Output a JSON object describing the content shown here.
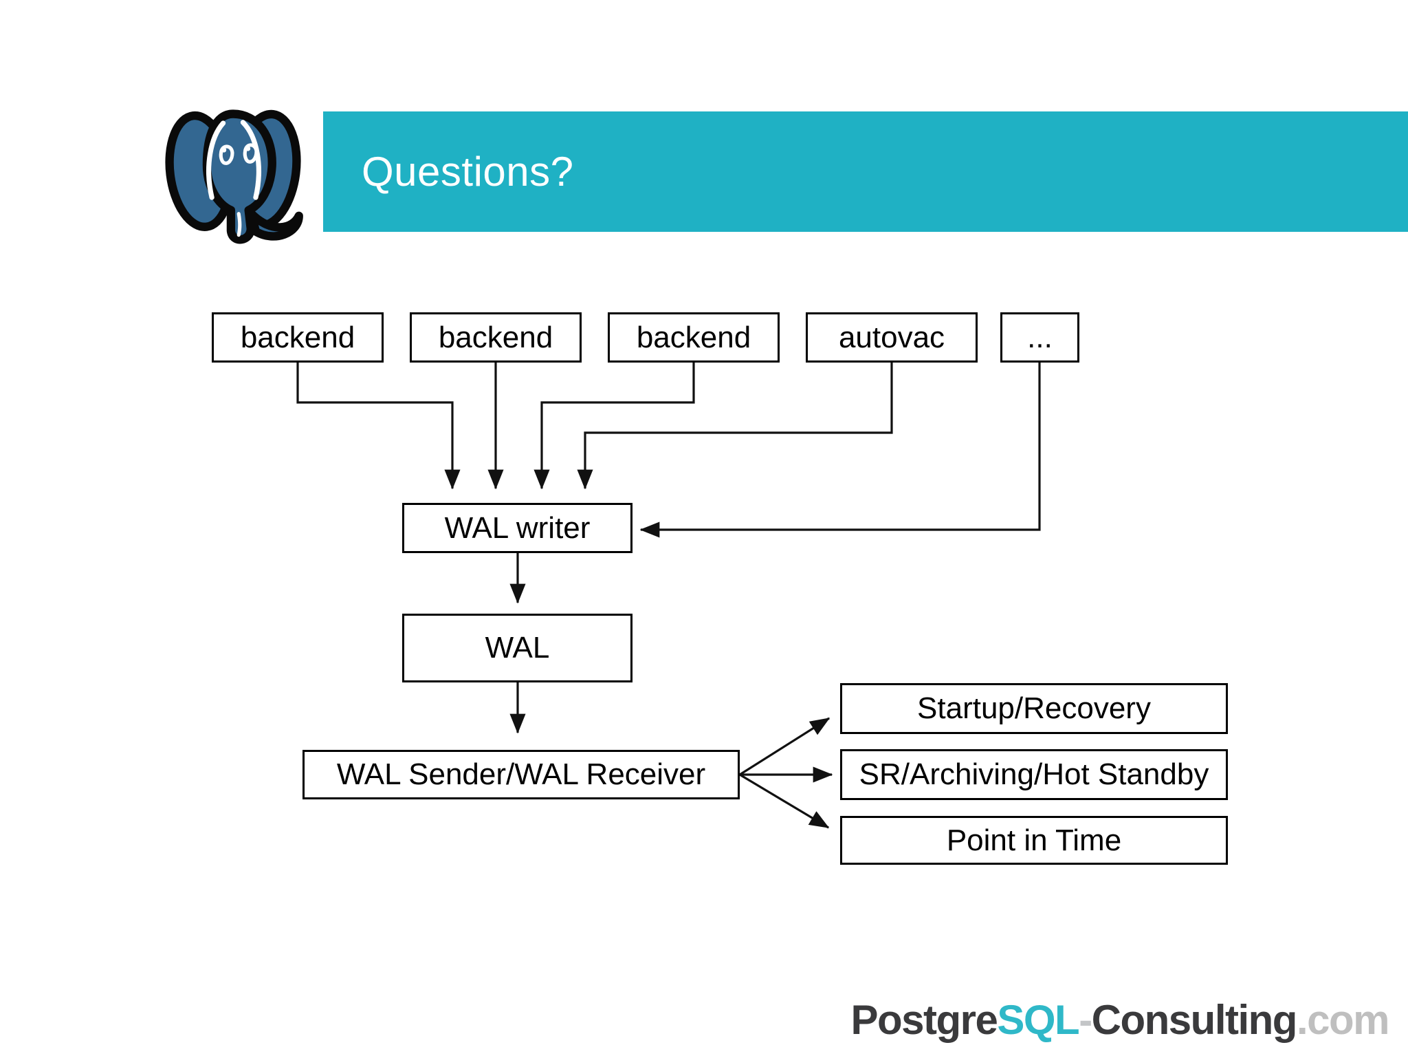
{
  "header": {
    "title": "Questions?",
    "bg_color": "#1FB1C4",
    "text_color": "#FFFFFF"
  },
  "logo": {
    "name": "postgresql-elephant",
    "blue": "#336791",
    "outline": "#0A0A0A"
  },
  "diagram": {
    "line_color": "#111111",
    "box_border_color": "#000000",
    "nodes": [
      {
        "id": "backend-1",
        "label": "backend"
      },
      {
        "id": "backend-2",
        "label": "backend"
      },
      {
        "id": "backend-3",
        "label": "backend"
      },
      {
        "id": "autovac",
        "label": "autovac"
      },
      {
        "id": "ellipsis",
        "label": "..."
      },
      {
        "id": "wal-writer",
        "label": "WAL writer"
      },
      {
        "id": "wal",
        "label": "WAL"
      },
      {
        "id": "wal-sender-receiver",
        "label": "WAL Sender/WAL Receiver"
      },
      {
        "id": "startup-recovery",
        "label": "Startup/Recovery"
      },
      {
        "id": "sr-archiving-hot-standby",
        "label": "SR/Archiving/Hot Standby"
      },
      {
        "id": "point-in-time",
        "label": "Point in Time"
      }
    ]
  },
  "footer": {
    "brand": [
      {
        "text": "Postgre",
        "color": "#3A3A3C"
      },
      {
        "text": "SQL",
        "color": "#2FB8C8"
      },
      {
        "text": "-",
        "color": "#C3C5C7"
      },
      {
        "text": "Consulting",
        "color": "#3A3A3C"
      },
      {
        "text": ".com",
        "color": "#BFBFBF"
      }
    ]
  }
}
